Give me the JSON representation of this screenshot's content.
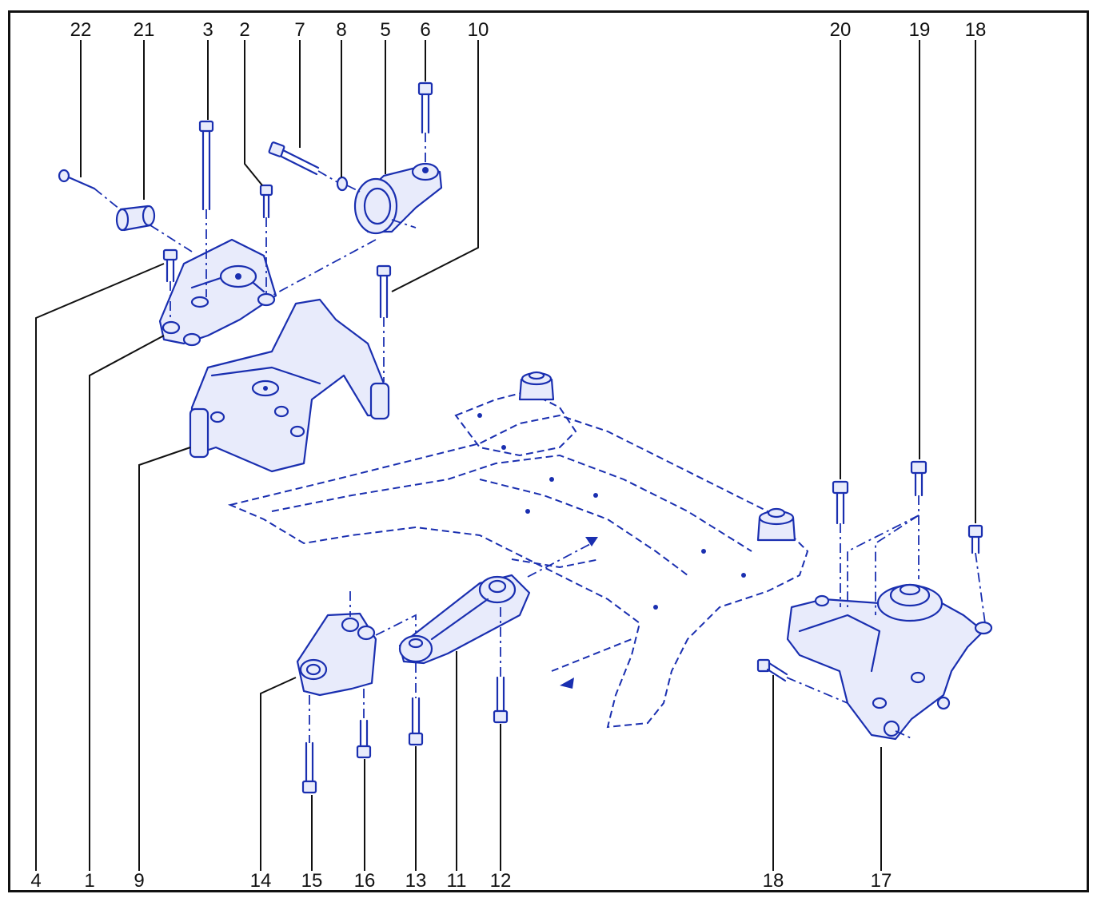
{
  "colors": {
    "line": "#1a2fb0",
    "fill": "#e8ebfb",
    "text": "#111111",
    "background": "#ffffff"
  },
  "callouts": {
    "c22": "22",
    "c21": "21",
    "c3": "3",
    "c2": "2",
    "c7": "7",
    "c8": "8",
    "c5": "5",
    "c6": "6",
    "c10": "10",
    "c20": "20",
    "c19": "19",
    "c18_top": "18",
    "c4": "4",
    "c1": "1",
    "c9": "9",
    "c14": "14",
    "c15": "15",
    "c16": "16",
    "c13": "13",
    "c11": "11",
    "c12": "12",
    "c18_bottom": "18",
    "c17": "17"
  }
}
